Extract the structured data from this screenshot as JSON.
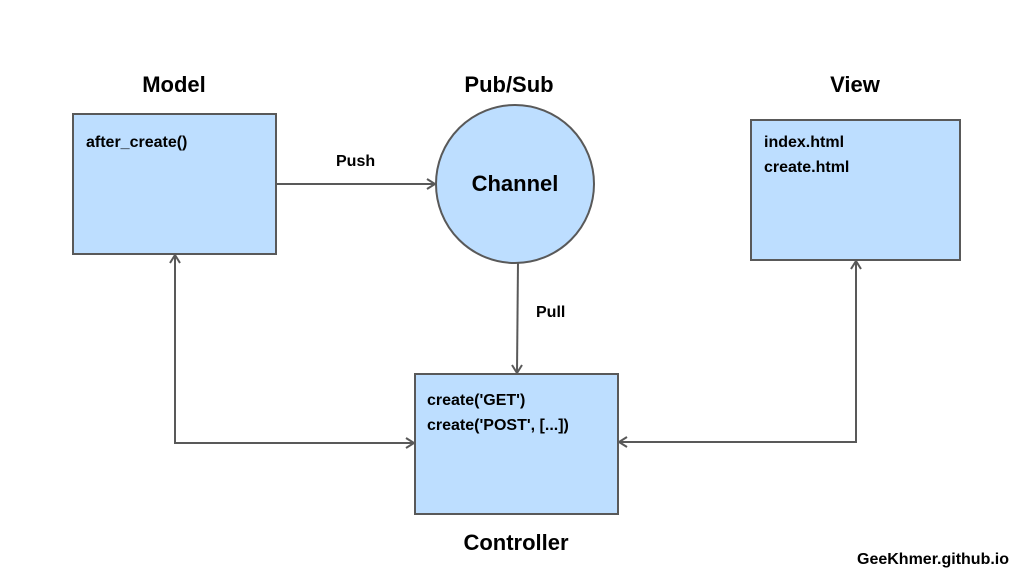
{
  "titles": {
    "model": "Model",
    "pubsub": "Pub/Sub",
    "view": "View",
    "controller": "Controller"
  },
  "model_box": {
    "lines": [
      "after_create()"
    ]
  },
  "channel": {
    "label": "Channel"
  },
  "view_box": {
    "lines": [
      "index.html",
      "create.html"
    ]
  },
  "controller_box": {
    "lines": [
      "create('GET')",
      "create('POST', [...])"
    ]
  },
  "edges": {
    "push": "Push",
    "pull": "Pull"
  },
  "footer": "GeeKhmer.github.io",
  "colors": {
    "box_fill": "#bddeff",
    "stroke": "#595959"
  }
}
